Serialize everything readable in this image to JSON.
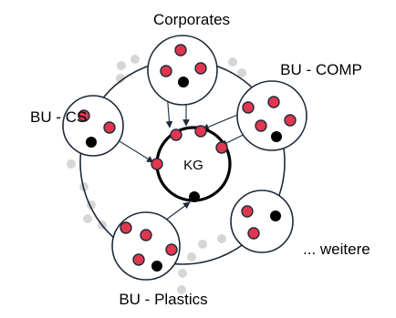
{
  "center": {
    "label": "KG"
  },
  "clusters": [
    {
      "id": "corporates",
      "label": "Corporates"
    },
    {
      "id": "bu-comp",
      "label": "BU - COMP"
    },
    {
      "id": "bu-cs",
      "label": "BU - CS"
    },
    {
      "id": "bu-plastics",
      "label": "BU - Plastics"
    },
    {
      "id": "weitere",
      "label": "... weitere"
    }
  ],
  "colors": {
    "node_red": "#e0374f",
    "node_black": "#000000",
    "node_gray": "#d6d6d6",
    "stroke": "#1e2a3a"
  }
}
